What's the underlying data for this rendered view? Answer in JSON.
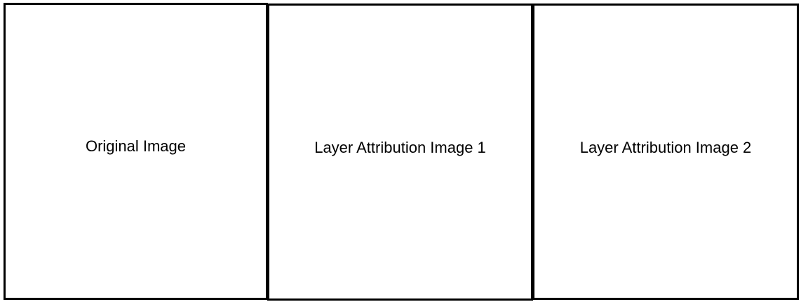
{
  "panels": [
    {
      "label": "Original Image"
    },
    {
      "label": "Layer Attribution Image 1"
    },
    {
      "label": "Layer Attribution Image 2"
    }
  ],
  "colors": {
    "border": "#000000",
    "background": "#ffffff",
    "text": "#000000"
  }
}
